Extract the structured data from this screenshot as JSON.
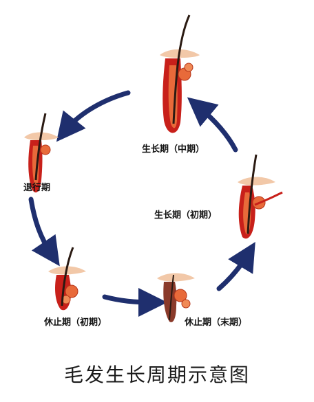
{
  "title": "毛发生长周期示意图",
  "stages": {
    "anagen_mid": "生长期（中期）",
    "catagen": "退行期",
    "telogen_early": "休止期（初期）",
    "telogen_late": "休止期（末期）",
    "anagen_early": "生长期（初期）"
  },
  "colors": {
    "arrow": "#1f2f6e",
    "follicle_outer": "#c8201a",
    "follicle_inner": "#e86a3a",
    "skin_top": "#f2c8a8",
    "hair": "#2a1a12"
  }
}
